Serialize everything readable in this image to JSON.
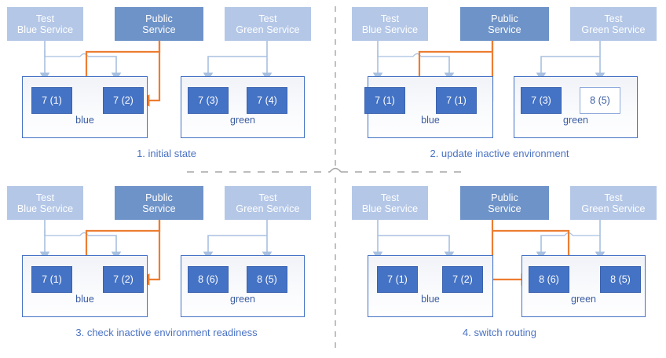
{
  "diagram": {
    "title_present": false,
    "colors": {
      "service_light": "#B4C7E7",
      "service_dark": "#6E93C8",
      "instance_fill": "#4472C4",
      "instance_border": "#3A62AE",
      "env_border": "#4472C4",
      "arrow_light": "#A8C0E0",
      "arrow_orange": "#ED7D31",
      "caption_text": "#4A72C4",
      "divider": "#A6A6A6"
    },
    "labels": {
      "test_blue_service": "Test\nBlue Service",
      "test_blue_service_l1": "Test",
      "test_blue_service_l2": "Blue Service",
      "public_service_l1": "Public",
      "public_service_l2": "Service",
      "test_green_service_l1": "Test",
      "test_green_service_l2": "Green Service",
      "env_blue": "blue",
      "env_green": "green"
    },
    "panels": [
      {
        "id": "panel-1",
        "caption": "1. initial state",
        "services": [
          {
            "name": "test-blue-service",
            "line1": "Test",
            "line2": "Blue Service",
            "style": "light"
          },
          {
            "name": "public-service",
            "line1": "Public",
            "line2": "Service",
            "style": "dark"
          },
          {
            "name": "test-green-service",
            "line1": "Test",
            "line2": "Green Service",
            "style": "light"
          }
        ],
        "environments": [
          {
            "name": "blue",
            "label": "blue",
            "instances": [
              {
                "label": "7 (1)",
                "style": "filled"
              },
              {
                "label": "7 (2)",
                "style": "filled"
              }
            ]
          },
          {
            "name": "green",
            "label": "green",
            "instances": [
              {
                "label": "7 (3)",
                "style": "filled"
              },
              {
                "label": "7 (4)",
                "style": "filled"
              }
            ]
          }
        ],
        "public_routes_to": "blue"
      },
      {
        "id": "panel-2",
        "caption": "2. update inactive environment",
        "services": [
          {
            "name": "test-blue-service",
            "line1": "Test",
            "line2": "Blue Service",
            "style": "light"
          },
          {
            "name": "public-service",
            "line1": "Public",
            "line2": "Service",
            "style": "dark"
          },
          {
            "name": "test-green-service",
            "line1": "Test",
            "line2": "Green Service",
            "style": "light"
          }
        ],
        "environments": [
          {
            "name": "blue",
            "label": "blue",
            "instances": [
              {
                "label": "7 (1)",
                "style": "filled"
              },
              {
                "label": "7 (1)",
                "style": "filled"
              }
            ]
          },
          {
            "name": "green",
            "label": "green",
            "instances": [
              {
                "label": "7 (3)",
                "style": "filled"
              },
              {
                "label": "8 (5)",
                "style": "hollow"
              }
            ]
          }
        ],
        "public_routes_to": "blue"
      },
      {
        "id": "panel-3",
        "caption": "3. check inactive environment readiness",
        "services": [
          {
            "name": "test-blue-service",
            "line1": "Test",
            "line2": "Blue Service",
            "style": "light"
          },
          {
            "name": "public-service",
            "line1": "Public",
            "line2": "Service",
            "style": "dark"
          },
          {
            "name": "test-green-service",
            "line1": "Test",
            "line2": "Green Service",
            "style": "light"
          }
        ],
        "environments": [
          {
            "name": "blue",
            "label": "blue",
            "instances": [
              {
                "label": "7 (1)",
                "style": "filled"
              },
              {
                "label": "7 (2)",
                "style": "filled"
              }
            ]
          },
          {
            "name": "green",
            "label": "green",
            "instances": [
              {
                "label": "8 (6)",
                "style": "filled"
              },
              {
                "label": "8 (5)",
                "style": "filled"
              }
            ]
          }
        ],
        "public_routes_to": "blue"
      },
      {
        "id": "panel-4",
        "caption": "4. switch routing",
        "services": [
          {
            "name": "test-blue-service",
            "line1": "Test",
            "line2": "Blue Service",
            "style": "light"
          },
          {
            "name": "public-service",
            "line1": "Public",
            "line2": "Service",
            "style": "dark"
          },
          {
            "name": "test-green-service",
            "line1": "Test",
            "line2": "Green Service",
            "style": "light"
          }
        ],
        "environments": [
          {
            "name": "blue",
            "label": "blue",
            "instances": [
              {
                "label": "7 (1)",
                "style": "filled"
              },
              {
                "label": "7 (2)",
                "style": "filled"
              }
            ]
          },
          {
            "name": "green",
            "label": "green",
            "instances": [
              {
                "label": "8 (6)",
                "style": "filled"
              },
              {
                "label": "8 (5)",
                "style": "filled"
              }
            ]
          }
        ],
        "public_routes_to": "green"
      }
    ]
  }
}
